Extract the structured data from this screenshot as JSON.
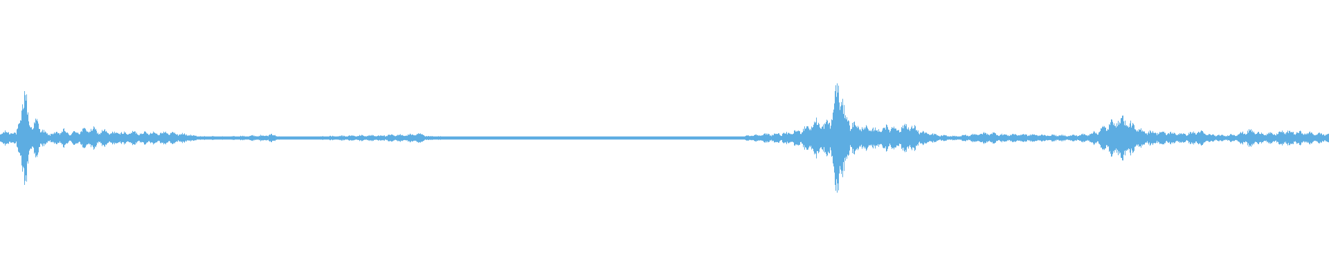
{
  "waveform": {
    "color": "#5DADE2",
    "background": "#ffffff",
    "description_shape": "audio-amplitude-envelope",
    "envelope": [
      [
        0.0,
        0.06
      ],
      [
        0.008,
        0.08
      ],
      [
        0.012,
        0.05
      ],
      [
        0.016,
        0.34
      ],
      [
        0.019,
        0.52
      ],
      [
        0.021,
        0.3
      ],
      [
        0.024,
        0.12
      ],
      [
        0.028,
        0.22
      ],
      [
        0.031,
        0.1
      ],
      [
        0.035,
        0.05
      ],
      [
        0.042,
        0.06
      ],
      [
        0.048,
        0.09
      ],
      [
        0.052,
        0.05
      ],
      [
        0.058,
        0.08
      ],
      [
        0.064,
        0.1
      ],
      [
        0.07,
        0.11
      ],
      [
        0.074,
        0.07
      ],
      [
        0.078,
        0.09
      ],
      [
        0.083,
        0.06
      ],
      [
        0.088,
        0.07
      ],
      [
        0.094,
        0.06
      ],
      [
        0.1,
        0.07
      ],
      [
        0.106,
        0.06
      ],
      [
        0.112,
        0.07
      ],
      [
        0.118,
        0.06
      ],
      [
        0.124,
        0.07
      ],
      [
        0.13,
        0.06
      ],
      [
        0.136,
        0.05
      ],
      [
        0.142,
        0.04
      ],
      [
        0.15,
        0.02
      ],
      [
        0.17,
        0.015
      ],
      [
        0.185,
        0.025
      ],
      [
        0.195,
        0.03
      ],
      [
        0.205,
        0.04
      ],
      [
        0.212,
        0.015
      ],
      [
        0.23,
        0.012
      ],
      [
        0.245,
        0.02
      ],
      [
        0.26,
        0.025
      ],
      [
        0.272,
        0.03
      ],
      [
        0.284,
        0.03
      ],
      [
        0.296,
        0.035
      ],
      [
        0.308,
        0.04
      ],
      [
        0.315,
        0.05
      ],
      [
        0.322,
        0.02
      ],
      [
        0.34,
        0.015
      ],
      [
        0.38,
        0.012
      ],
      [
        0.42,
        0.015
      ],
      [
        0.46,
        0.012
      ],
      [
        0.5,
        0.015
      ],
      [
        0.53,
        0.012
      ],
      [
        0.555,
        0.014
      ],
      [
        0.565,
        0.035
      ],
      [
        0.575,
        0.045
      ],
      [
        0.585,
        0.05
      ],
      [
        0.595,
        0.06
      ],
      [
        0.603,
        0.1
      ],
      [
        0.61,
        0.16
      ],
      [
        0.615,
        0.2
      ],
      [
        0.62,
        0.14
      ],
      [
        0.626,
        0.26
      ],
      [
        0.629,
        0.58
      ],
      [
        0.632,
        0.62
      ],
      [
        0.635,
        0.3
      ],
      [
        0.64,
        0.18
      ],
      [
        0.646,
        0.14
      ],
      [
        0.652,
        0.12
      ],
      [
        0.658,
        0.1
      ],
      [
        0.664,
        0.12
      ],
      [
        0.67,
        0.14
      ],
      [
        0.676,
        0.11
      ],
      [
        0.682,
        0.16
      ],
      [
        0.688,
        0.12
      ],
      [
        0.694,
        0.07
      ],
      [
        0.7,
        0.05
      ],
      [
        0.708,
        0.03
      ],
      [
        0.72,
        0.02
      ],
      [
        0.735,
        0.05
      ],
      [
        0.745,
        0.06
      ],
      [
        0.755,
        0.04
      ],
      [
        0.765,
        0.045
      ],
      [
        0.775,
        0.04
      ],
      [
        0.79,
        0.035
      ],
      [
        0.805,
        0.03
      ],
      [
        0.818,
        0.045
      ],
      [
        0.826,
        0.08
      ],
      [
        0.842,
        0.24
      ],
      [
        0.848,
        0.2
      ],
      [
        0.854,
        0.12
      ],
      [
        0.862,
        0.08
      ],
      [
        0.872,
        0.07
      ],
      [
        0.882,
        0.06
      ],
      [
        0.892,
        0.05
      ],
      [
        0.902,
        0.08
      ],
      [
        0.91,
        0.04
      ],
      [
        0.92,
        0.03
      ],
      [
        0.932,
        0.05
      ],
      [
        0.94,
        0.09
      ],
      [
        0.948,
        0.06
      ],
      [
        0.958,
        0.05
      ],
      [
        0.966,
        0.08
      ],
      [
        0.975,
        0.07
      ],
      [
        0.985,
        0.06
      ],
      [
        0.994,
        0.05
      ],
      [
        1.0,
        0.05
      ]
    ]
  }
}
